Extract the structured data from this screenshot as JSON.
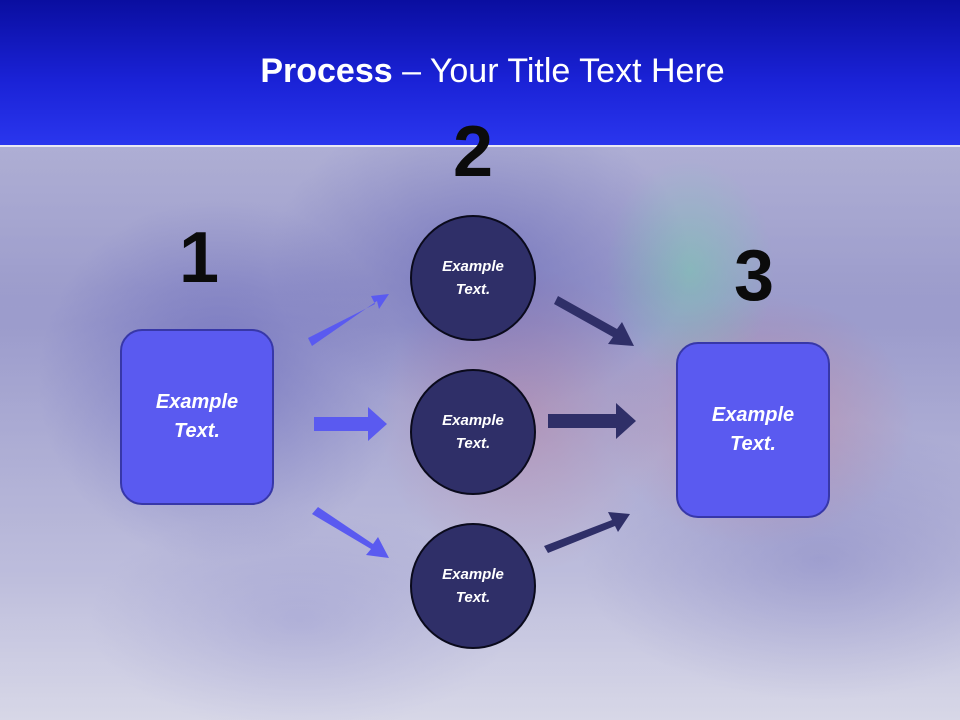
{
  "title": {
    "bold": "Process",
    "rest": " – Your Title Text Here"
  },
  "steps": [
    {
      "number": "1",
      "label": "Example Text."
    },
    {
      "number": "2",
      "labels": [
        "Example Text.",
        "Example Text.",
        "Example Text."
      ]
    },
    {
      "number": "3",
      "label": "Example Text."
    }
  ],
  "colors": {
    "header": "#1a22d6",
    "box": "#5a5af0",
    "circle": "#2f2f68",
    "arrow_left": "#5a5af0",
    "arrow_right": "#2f2f68"
  }
}
